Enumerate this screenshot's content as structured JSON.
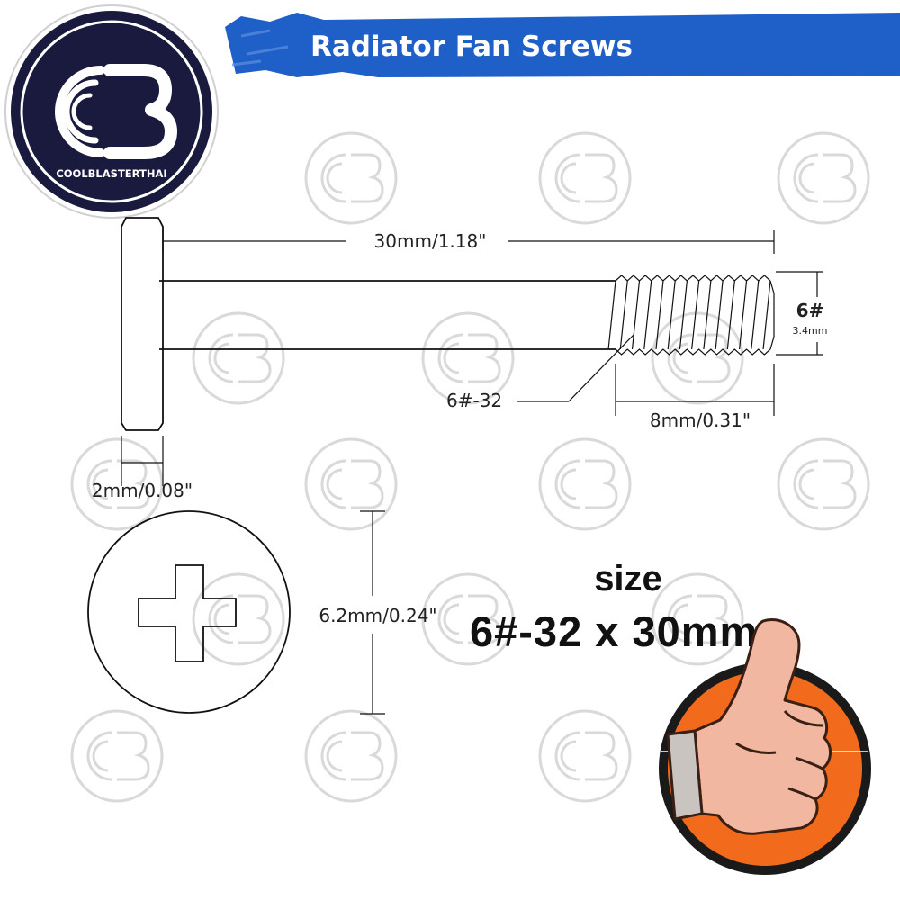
{
  "header": {
    "title": "Radiator Fan Screws",
    "banner_color": "#1f5fc8"
  },
  "logo": {
    "brand_text": "COOLBLASTERTHAI",
    "ring_color": "#1a1a3e",
    "icon": "cb-logo-icon"
  },
  "diagram": {
    "length_label": "30mm/1.18\"",
    "thread_length_label": "8mm/0.31\"",
    "thread_callout_label": "6#-32",
    "head_thickness_label": "2mm/0.08\"",
    "head_diameter_label": "6.2mm/0.24\"",
    "gauge_label": "6#",
    "gauge_mm_label": "3.4mm"
  },
  "size_block": {
    "heading": "size",
    "value": "6#-32 x 30mm"
  },
  "badge": {
    "icon": "thumbs-up-icon",
    "circle_color": "#f26a1b"
  },
  "watermark": {
    "icon": "cb-watermark-icon"
  }
}
